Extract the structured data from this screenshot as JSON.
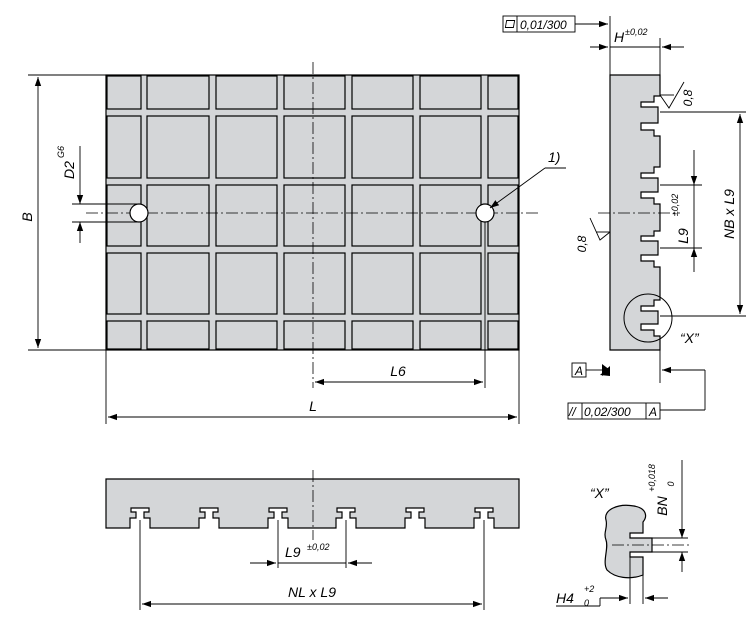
{
  "labels": {
    "b": "B",
    "d2": "D2",
    "d2_fit": "G6",
    "note1": "1)",
    "l6": "L6",
    "l": "L",
    "h": "H",
    "h_tol": "±0,02",
    "l9": "L9",
    "l9_tol": "±0,02",
    "nb_l9": "NB x L9",
    "x_ref": "“X”",
    "nl_l9": "NL x L9",
    "bn": "BN",
    "bn_tol_upper": "+0,018",
    "bn_tol_lower": "0",
    "h4": "H4",
    "h4_tol_upper": "+2",
    "h4_tol_lower": "0",
    "roughness_top": "0,8",
    "roughness_left": "0,8",
    "datum_a": "A"
  },
  "tolerance_frames": {
    "flatness_symbol": "▱",
    "flatness_value": "0,01/300",
    "parallel_symbol": "//",
    "parallel_value": "0,02/300",
    "parallel_datum": "A"
  }
}
